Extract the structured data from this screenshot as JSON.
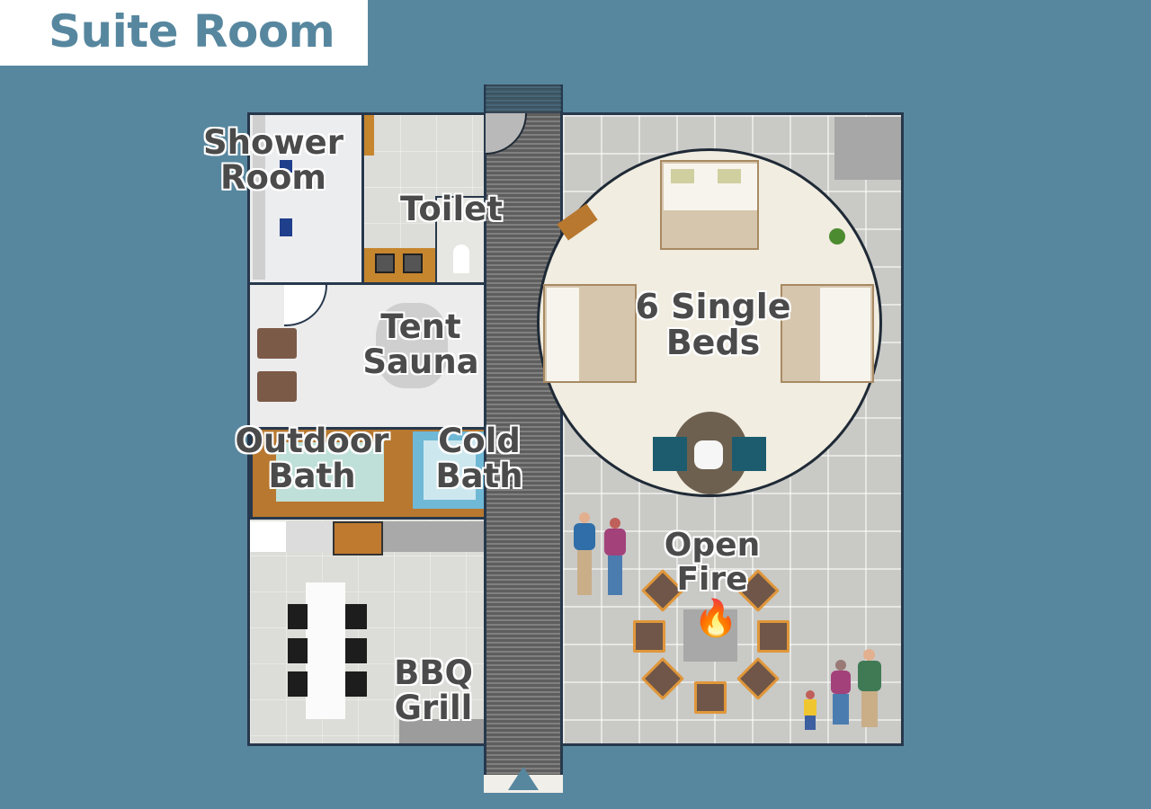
{
  "title": "Suite Room",
  "rooms": {
    "shower_room": "Shower Room",
    "toilet": "Toilet",
    "tent_sauna": "Tent Sauna",
    "outdoor_bath": "Outdoor Bath",
    "cold_bath": "Cold Bath",
    "bbq_grill": "BBQ Grill",
    "beds": "6 Single Beds",
    "open_fire": "Open Fire"
  },
  "labels": {
    "shower_line1": "Shower",
    "shower_line2": "Room",
    "toilet": "Toilet",
    "sauna_line1": "Tent",
    "sauna_line2": "Sauna",
    "outdoor_line1": "Outdoor",
    "outdoor_line2": "Bath",
    "cold_line1": "Cold",
    "cold_line2": "Bath",
    "beds_line1": "6 Single",
    "beds_line2": "Beds",
    "fire_line1": "Open",
    "fire_line2": "Fire",
    "bbq_line1": "BBQ",
    "bbq_line2": "Grill"
  },
  "icons": {
    "fire": "fire-icon",
    "entrance": "entrance-arrow-icon"
  },
  "colors": {
    "background": "#57879f",
    "wall": "#27384c",
    "label_text": "#4b4b4b",
    "deck": "#6e6e6e",
    "wood": "#b8782f",
    "dome_floor": "#f1ede1"
  }
}
